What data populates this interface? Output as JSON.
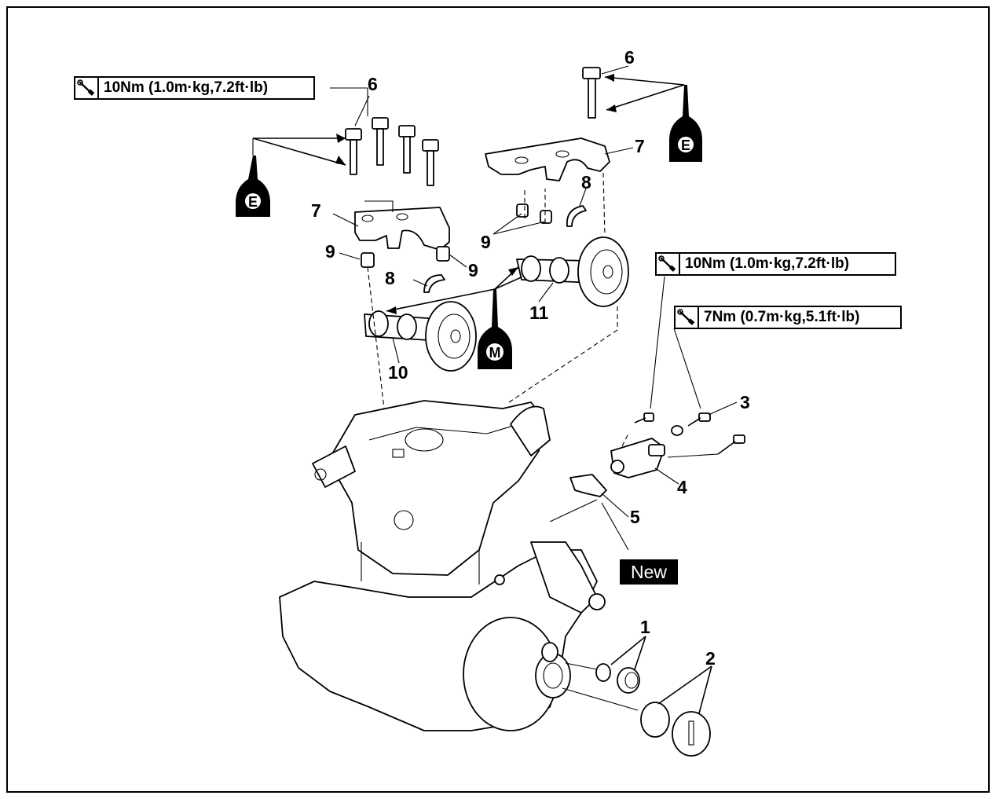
{
  "torque_labels": {
    "t1": "10Nm (1.0m·kg,7.2ft·lb)",
    "t2": "10Nm (1.0m·kg,7.2ft·lb)",
    "t3": "7Nm (0.7m·kg,5.1ft·lb)"
  },
  "new_badge": "New",
  "lubricant_symbols": {
    "e_left": "E",
    "e_right": "E",
    "m": "M"
  },
  "part_numbers": {
    "n1": "1",
    "n2": "2",
    "n3": "3",
    "n4": "4",
    "n5": "5",
    "n6a": "6",
    "n6b": "6",
    "n7a": "7",
    "n7b": "7",
    "n8a": "8",
    "n8b": "8",
    "n9a": "9",
    "n9b": "9",
    "n9c": "9",
    "n10": "10",
    "n11": "11"
  },
  "icons": {
    "torque": "torque-wrench-icon",
    "oil": "oil-can-icon"
  },
  "colors": {
    "ink": "#000000",
    "paper": "#ffffff"
  }
}
